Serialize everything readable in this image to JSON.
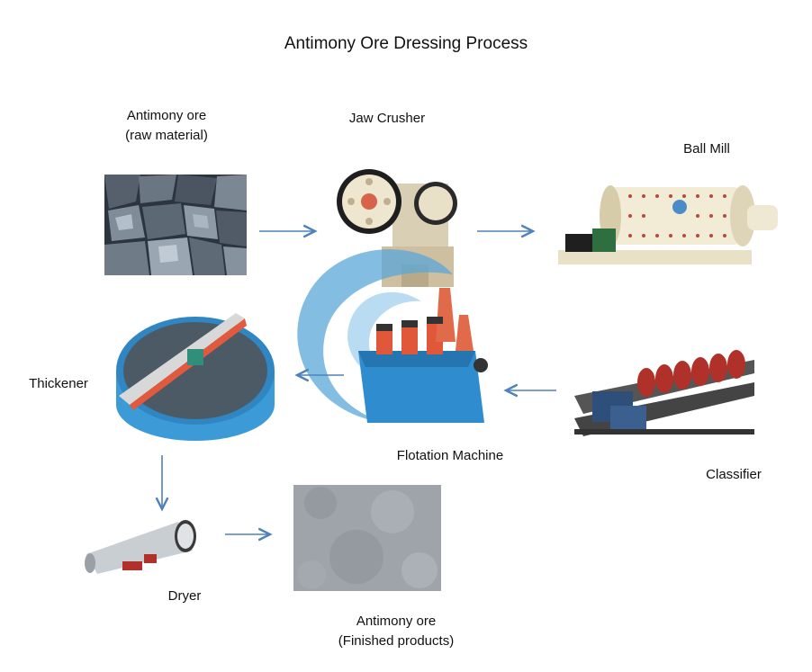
{
  "title": "Antimony Ore Dressing Process",
  "nodes": {
    "raw_ore": {
      "line1": "Antimony ore",
      "line2": "(raw material)"
    },
    "jaw_crusher": {
      "label": "Jaw Crusher"
    },
    "ball_mill": {
      "label": "Ball Mill"
    },
    "classifier": {
      "label": "Classifier"
    },
    "flotation": {
      "label": "Flotation Machine"
    },
    "thickener": {
      "label": "Thickener"
    },
    "dryer": {
      "label": "Dryer"
    },
    "finished": {
      "line1": "Antimony ore",
      "line2": "(Finished products)"
    }
  },
  "colors": {
    "arrow": "#4f81bd",
    "swirl": "#5aa7d8",
    "flotation_body": "#2f8ccf",
    "flotation_top": "#e0573a",
    "thickener_rim": "#3c9ad6",
    "thickener_floor": "#4c5a66",
    "dryer_drum": "#c9ced3",
    "mill_drum": "#f2ecd6",
    "crusher_body": "#e6dcc2",
    "ore_dark": "#3a4552",
    "powder": "#9ea4aa"
  },
  "icons": {
    "logo_swirl": "c-swirl-logo-icon",
    "arrow": "flow-arrow-icon"
  }
}
